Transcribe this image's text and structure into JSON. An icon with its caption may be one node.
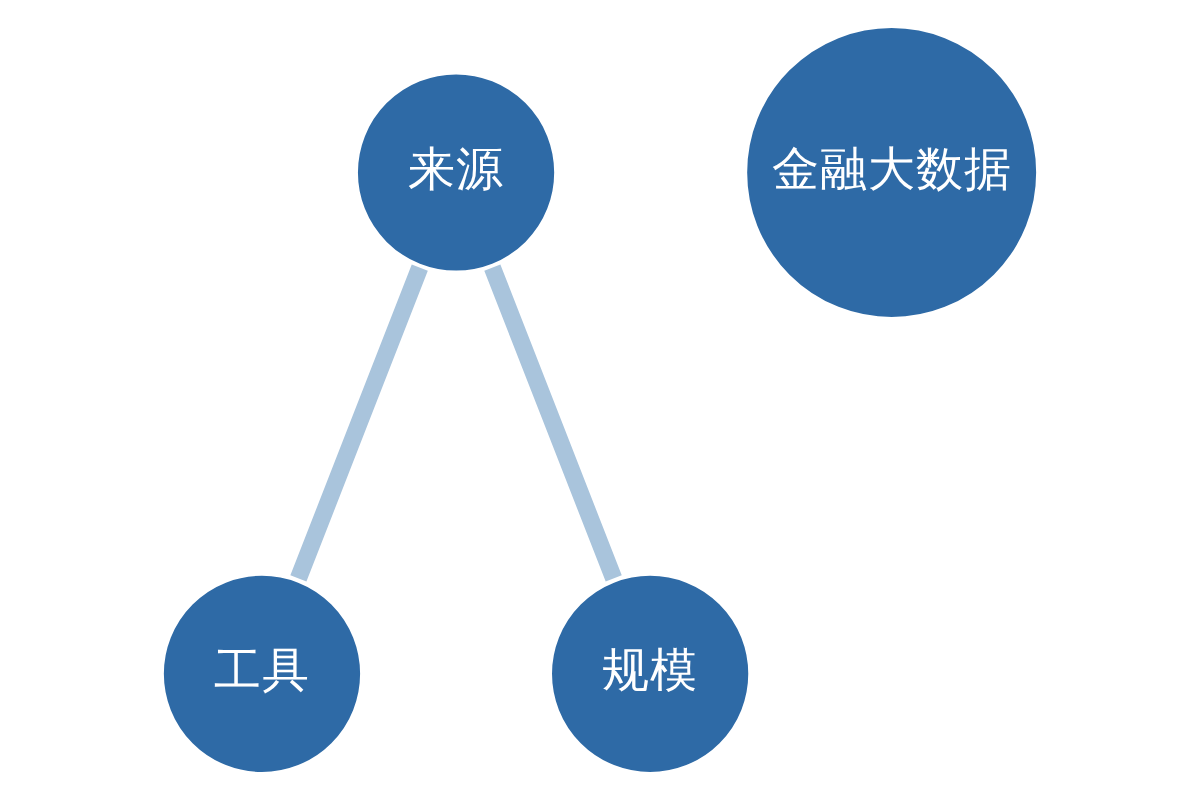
{
  "diagram": {
    "nodes": [
      {
        "text": [
          "来源"
        ]
      },
      {
        "text": [
          "金融大数据"
        ]
      },
      {
        "text": [
          "工具"
        ]
      },
      {
        "text": [
          "规模"
        ]
      }
    ],
    "edges": [
      {
        "from": 0,
        "to": 2,
        "arrow": "none"
      },
      {
        "from": 0,
        "to": 3,
        "arrow": "none"
      }
    ]
  }
}
